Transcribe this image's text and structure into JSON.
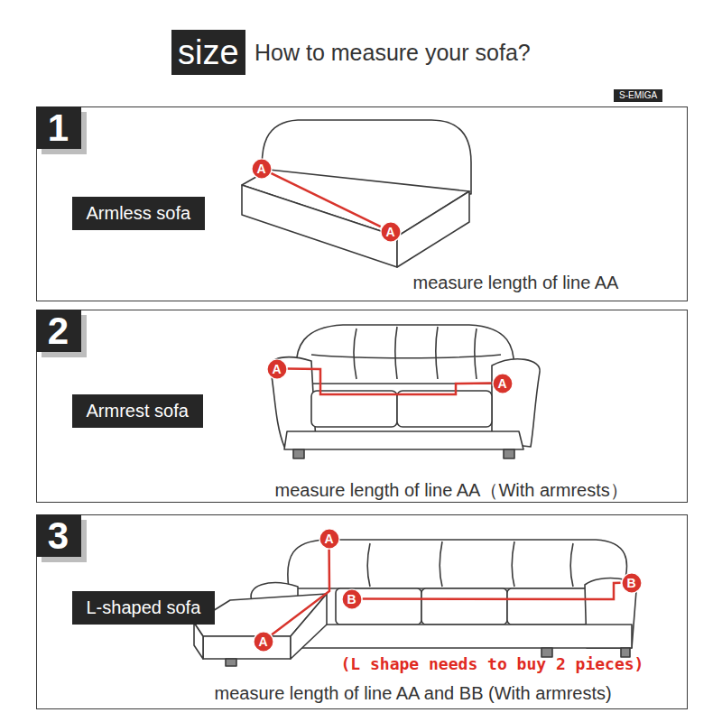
{
  "diagram": {
    "title": "How to measure your sofa?",
    "nodes": [
      {
        "text": [
          "size"
        ]
      },
      {
        "text": [
          "S-EMIGA"
        ]
      },
      {
        "text": [
          "measure length of line AA"
        ]
      },
      {
        "text": [
          "1"
        ],
        "in": 2
      },
      {
        "text": [
          "Armless sofa"
        ],
        "in": 2
      },
      {
        "text": [
          "A"
        ],
        "in": 2
      },
      {
        "text": [
          "A"
        ],
        "in": 2
      },
      {
        "text": [
          "measure length of line AA（With armrests）"
        ]
      },
      {
        "text": [
          "2"
        ],
        "in": 7
      },
      {
        "text": [
          "Armrest sofa"
        ],
        "in": 7
      },
      {
        "text": [
          "A"
        ],
        "in": 7
      },
      {
        "text": [
          "A"
        ],
        "in": 7
      },
      {
        "text": [
          "(L shape needs to buy 2 pieces)",
          "measure length of line AA and BB (With armrests)"
        ]
      },
      {
        "text": [
          "3"
        ],
        "in": 12
      },
      {
        "text": [
          "L-shaped sofa"
        ],
        "in": 12
      },
      {
        "text": [
          "A"
        ],
        "in": 12
      },
      {
        "text": [
          "A"
        ],
        "in": 12
      },
      {
        "text": [
          "B"
        ],
        "in": 12
      },
      {
        "text": [
          "B"
        ],
        "in": 12
      }
    ],
    "edges": [
      {
        "from": 5,
        "to": 6,
        "arrow": "none"
      },
      {
        "from": 10,
        "to": 11,
        "arrow": "none"
      },
      {
        "from": 15,
        "to": 16,
        "arrow": "none"
      },
      {
        "from": 17,
        "to": 18,
        "arrow": "none"
      }
    ]
  }
}
